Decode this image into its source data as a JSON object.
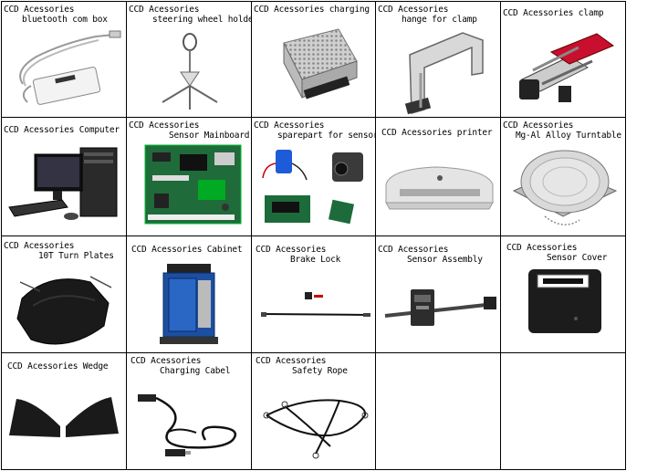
{
  "cells": [
    {
      "line1": "CCD Acessories",
      "line2": "bluetooth com box",
      "icon": "bluetooth-box-icon"
    },
    {
      "line1": "CCD Acessories",
      "line2": "steering wheel holder",
      "icon": "steering-holder-icon"
    },
    {
      "line1": "CCD Acessories charging",
      "line2": "",
      "icon": "charger-icon"
    },
    {
      "line1": "CCD Acessories",
      "line2": "hange for clamp",
      "icon": "clamp-hanger-icon"
    },
    {
      "line1": "CCD Acessories clamp",
      "line2": "",
      "icon": "clamp-icon"
    },
    {
      "line1": "CCD Acessories Computer",
      "line2": "",
      "icon": "computer-icon"
    },
    {
      "line1": "CCD Acessories",
      "line2": "Sensor Mainboard",
      "icon": "mainboard-icon"
    },
    {
      "line1": "CCD Acessories",
      "line2": "sparepart for sensor",
      "icon": "sensor-sparepart-icon"
    },
    {
      "line1": "CCD Acessories printer",
      "line2": "",
      "icon": "printer-icon"
    },
    {
      "line1": "CCD Acessories",
      "line2": "Mg-Al Alloy Turntable",
      "icon": "turntable-icon"
    },
    {
      "line1": "CCD Acessories",
      "line2": "10T Turn Plates",
      "icon": "turn-plate-icon"
    },
    {
      "line1": "CCD Acessories Cabinet",
      "line2": "",
      "icon": "cabinet-icon"
    },
    {
      "line1": "CCD Acessories",
      "line2": "Brake Lock",
      "icon": "brake-lock-icon"
    },
    {
      "line1": "CCD Acessories",
      "line2": "Sensor Assembly",
      "icon": "sensor-assembly-icon"
    },
    {
      "line1": "CCD Acessories",
      "line2": "Sensor Cover",
      "icon": "sensor-cover-icon"
    },
    {
      "line1": "CCD Acessories Wedge",
      "line2": "",
      "icon": "wedge-icon"
    },
    {
      "line1": "CCD Acessories",
      "line2": "Charging Cabel",
      "icon": "charging-cable-icon"
    },
    {
      "line1": "CCD Acessories",
      "line2": "Safety Rope",
      "icon": "safety-rope-icon"
    },
    {
      "line1": "",
      "line2": "",
      "icon": ""
    },
    {
      "line1": "",
      "line2": "",
      "icon": ""
    }
  ]
}
